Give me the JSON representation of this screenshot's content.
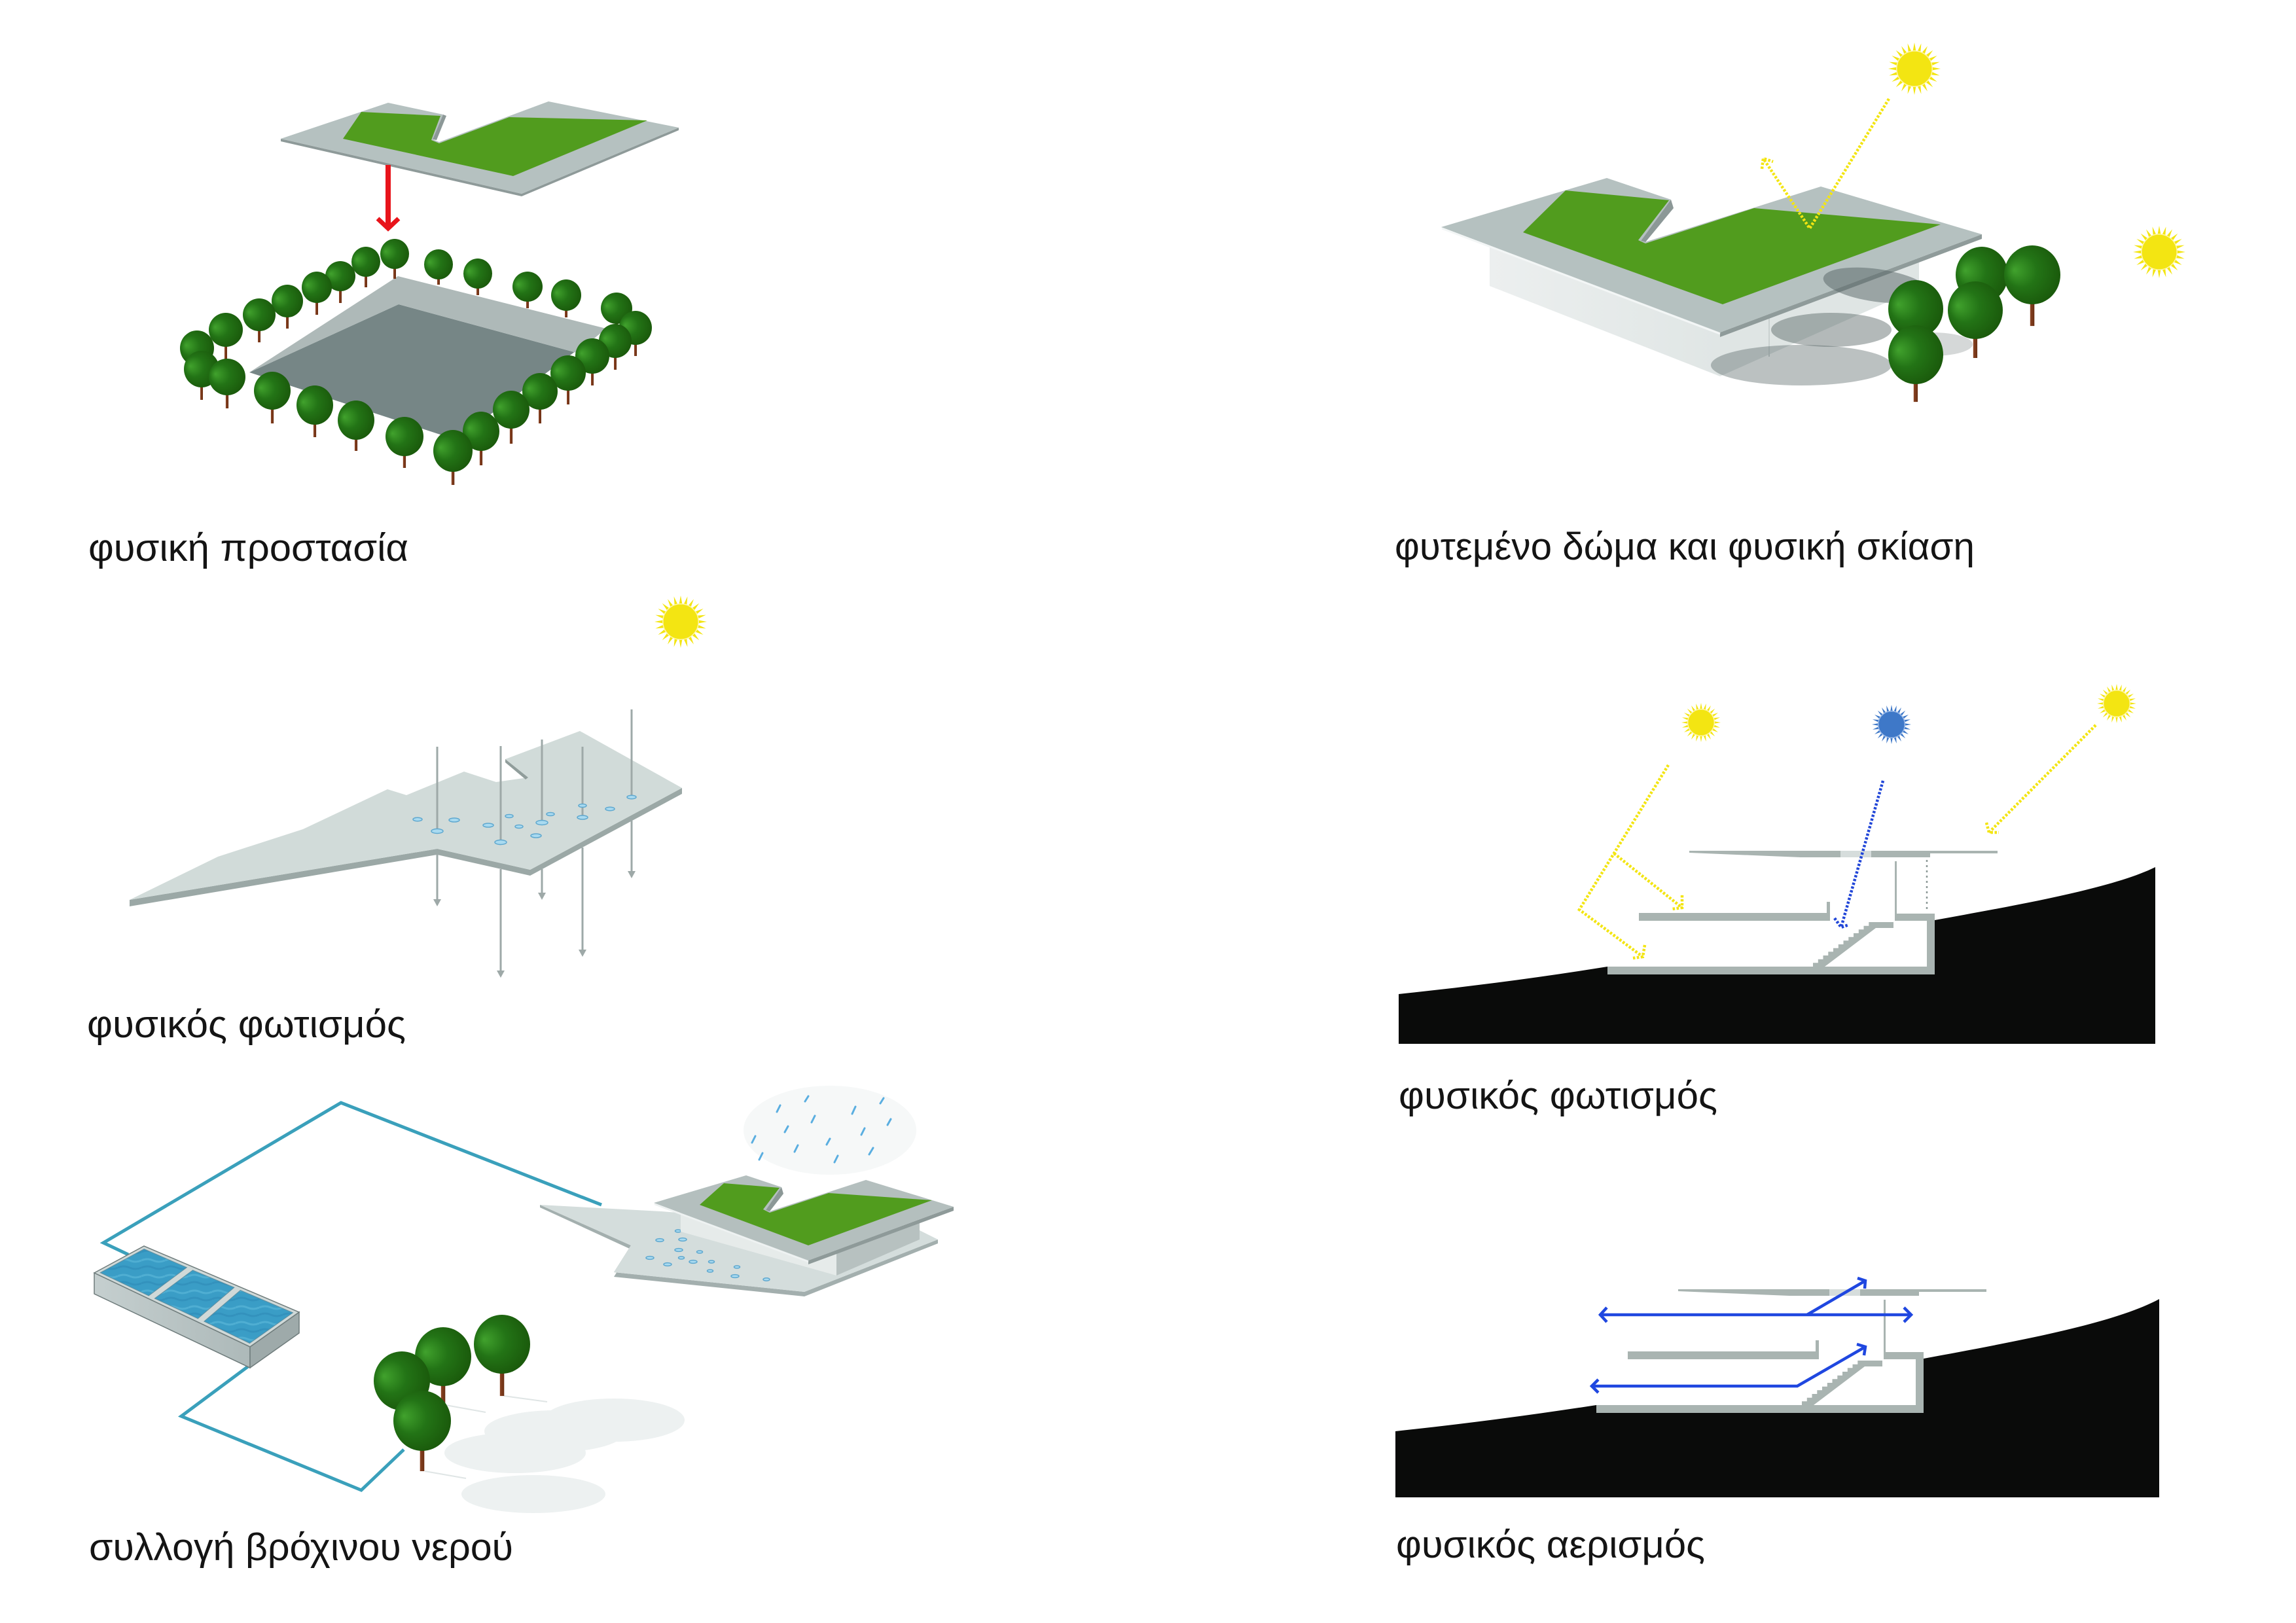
{
  "panels": [
    {
      "caption": "φυσική προστασία",
      "symbols": [
        "green-roof",
        "down-arrow",
        "tree",
        "site-plot"
      ]
    },
    {
      "caption": "φυτεμένο δώμα και φυσική σκίαση",
      "symbols": [
        "green-roof",
        "sun",
        "sunlight-ray",
        "tree",
        "tree-shadow"
      ]
    },
    {
      "caption": "φυσικός φωτισμός",
      "symbols": [
        "sun",
        "light-shaft-arrow",
        "skylight"
      ]
    },
    {
      "caption": "φυσικός φωτισμός",
      "symbols": [
        "sun",
        "diffuse-sky-sun",
        "sunlight-ray",
        "building-section",
        "ground"
      ]
    },
    {
      "caption": "συλλογή βρόχινου νερού",
      "symbols": [
        "rain",
        "green-roof",
        "drain-pipe",
        "water-tank",
        "tree",
        "tree-shadow"
      ]
    },
    {
      "caption": "φυσικός αερισμός",
      "symbols": [
        "airflow-arrow",
        "building-section",
        "ground"
      ]
    }
  ],
  "colors": {
    "green_roof": "#519c1e",
    "sun": "#f3e512",
    "sun_diffuse": "#3e78c8",
    "diffuse_ray": "#2146d8",
    "airflow": "#1f47e0",
    "pipe": "#3aa0bb",
    "water": "#3a9dc6",
    "skylight": "#a9daf0",
    "arrow": "#e8141b",
    "ground": "#0a0b0a",
    "slab": "#a9b4b1",
    "tree_canopy": "#237416",
    "tree_trunk": "#6a2e12"
  }
}
